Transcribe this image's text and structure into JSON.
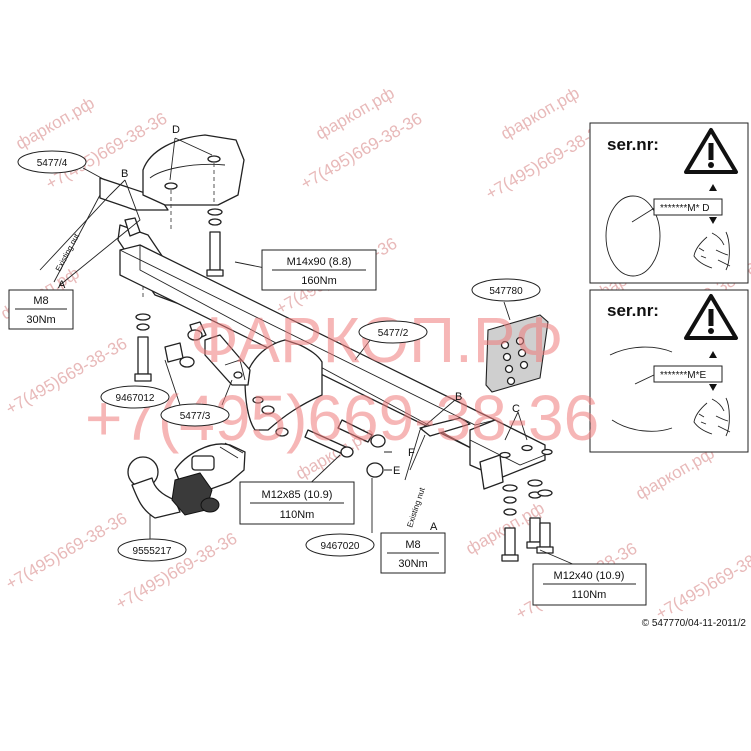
{
  "parts": {
    "bracket_left": "5477/4",
    "main_bar": "5477/2",
    "plate_547780": "547780",
    "bracket_5477_3": "5477/3",
    "spacer_9467012": "9467012",
    "spacer_9467020": "9467020",
    "towball": "9555217"
  },
  "letters": {
    "d": "D",
    "b_left": "B",
    "a_left": "A",
    "b_right": "B",
    "c": "C",
    "f": "F",
    "e": "E",
    "a_right": "A"
  },
  "notes": {
    "existing_nut_left": "Existing nut",
    "existing_nut_right": "Existing nut"
  },
  "torque_boxes": {
    "m8_left": {
      "bolt": "M8",
      "torque": "30Nm"
    },
    "m14": {
      "bolt": "M14x90 (8.8)",
      "torque": "160Nm"
    },
    "m12x85": {
      "bolt": "M12x85 (10.9)",
      "torque": "110Nm"
    },
    "m8_right": {
      "bolt": "M8",
      "torque": "30Nm"
    },
    "m12x40": {
      "bolt": "M12x40 (10.9)",
      "torque": "110Nm"
    }
  },
  "serial_panels": [
    {
      "title": "ser.nr:",
      "code": "*******M* D"
    },
    {
      "title": "ser.nr:",
      "code": "*******M*E"
    }
  ],
  "watermarks": {
    "big_name": "ФАРКОП.РФ",
    "big_phone": "+7(495)669-38-36",
    "small_name": "фаркоп.рф",
    "small_phone": "+7(495)669-38-36"
  },
  "footer": "© 547770/04-11-2011/2"
}
